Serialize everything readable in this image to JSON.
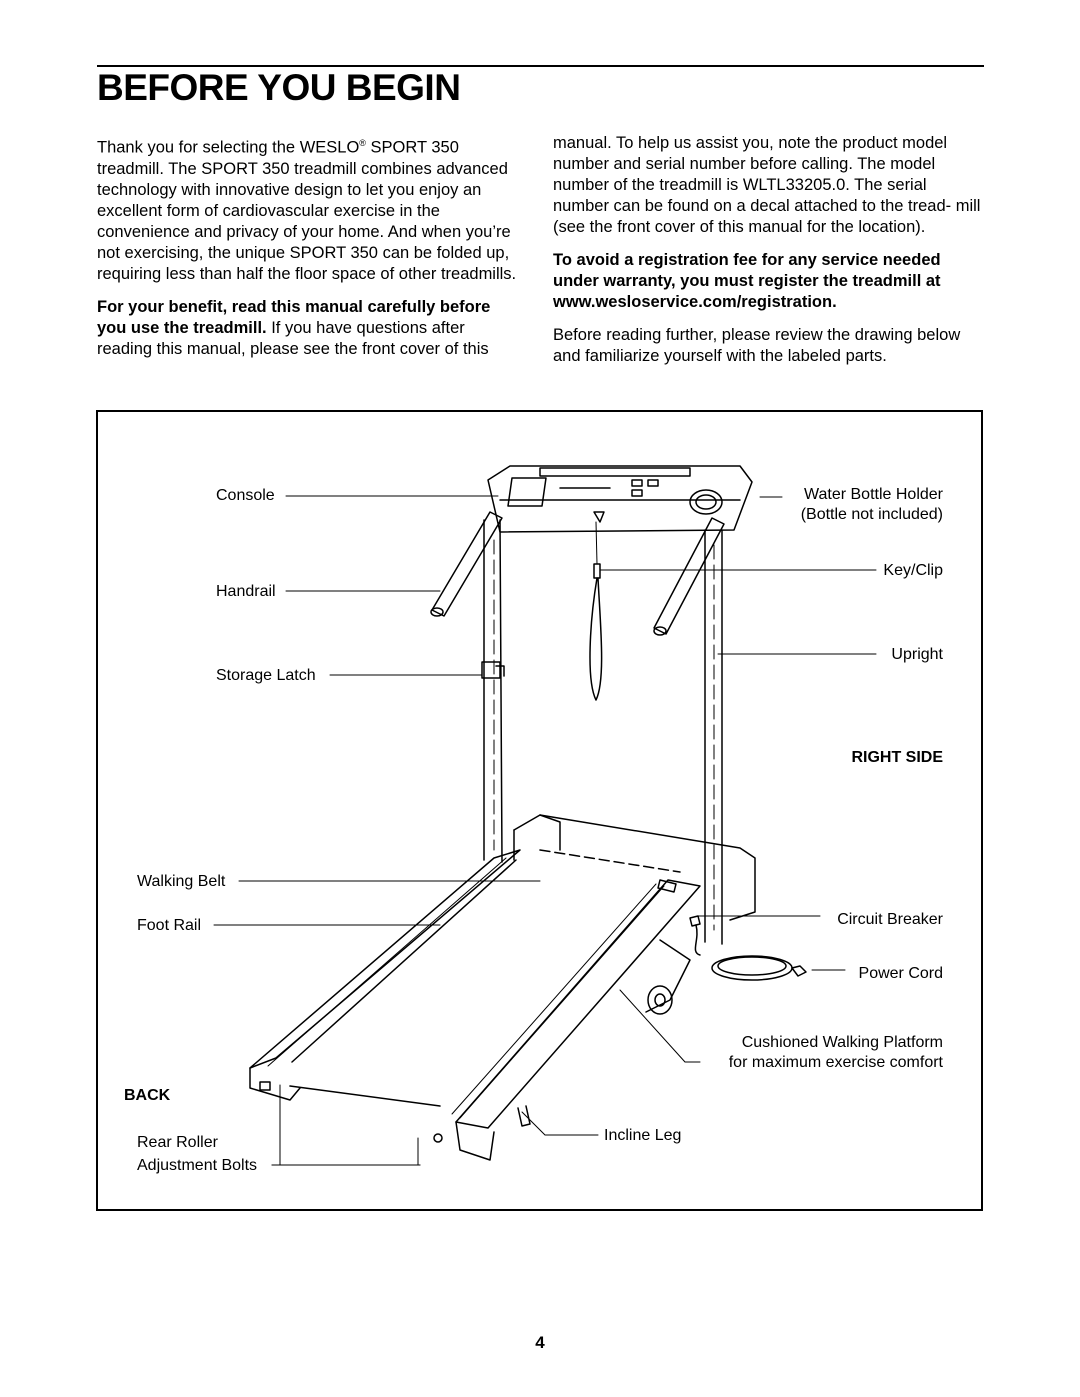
{
  "header": {
    "title": "BEFORE YOU BEGIN"
  },
  "intro": {
    "p1_a": "Thank you for selecting the WESLO",
    "p1_reg": "®",
    "p1_b": " SPORT 350 treadmill. The SPORT 350 treadmill combines advanced technology with innovative design to let you enjoy an excellent form of cardiovascular exercise in the convenience and privacy of your home. And when you’re not exercising, the unique SPORT 350 can be folded up, requiring less than half the floor space of other treadmills.",
    "p2_bold": "For your benefit, read this manual carefully before you use the treadmill.",
    "p2_rest": " If you have questions after reading this manual, please see the front cover of this",
    "p3": "manual. To help us assist you, note the product model number and serial number before calling. The model number of the treadmill is WLTL33205.0. The serial number can be found on a decal attached to the tread- mill (see the front cover of this manual for the location).",
    "p4_bold": "To avoid a registration fee for any service needed under warranty, you must register the treadmill at www.wesloservice.com/registration.",
    "p5": "Before reading further, please review the drawing below and familiarize yourself with the labeled parts."
  },
  "diagram": {
    "labels": {
      "console": "Console",
      "handrail": "Handrail",
      "storage_latch": "Storage Latch",
      "walking_belt": "Walking Belt",
      "foot_rail": "Foot Rail",
      "back": "BACK",
      "rear_roller": "Rear Roller",
      "adjustment_bolts": "Adjustment Bolts",
      "water_bottle_holder": "Water Bottle Holder",
      "bottle_not_included": "(Bottle not included)",
      "key_clip": "Key/Clip",
      "upright": "Upright",
      "right_side": "RIGHT SIDE",
      "circuit_breaker": "Circuit Breaker",
      "power_cord": "Power Cord",
      "cushioned_1": "Cushioned Walking Platform",
      "cushioned_2": "for maximum exercise comfort",
      "incline_leg": "Incline Leg"
    }
  },
  "footer": {
    "page_number": "4"
  }
}
